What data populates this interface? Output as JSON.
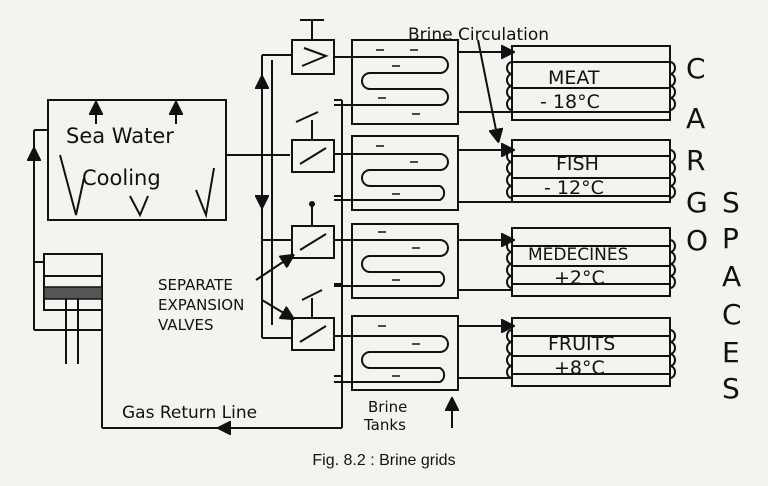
{
  "labels": {
    "sea_water": "Sea Water",
    "cooling": "Cooling",
    "brine_circulation": "Brine Circulation",
    "separate": "SEPARATE",
    "expansion": "EXPANSION",
    "valves": "VALVES",
    "gas_return_line": "Gas Return Line",
    "brine": "Brine",
    "tanks": "Tanks"
  },
  "cargo_spaces": [
    {
      "name": "MEAT",
      "temp": "- 18°C"
    },
    {
      "name": "FISH",
      "temp": "- 12°C"
    },
    {
      "name": "MEDECINES",
      "temp": "+2°C"
    },
    {
      "name": "FRUITS",
      "temp": "+8°C"
    }
  ],
  "cargo_word": [
    "C",
    "A",
    "R",
    "G",
    "O"
  ],
  "spaces_word": [
    "S",
    "P",
    "A",
    "C",
    "E",
    "S"
  ],
  "caption": "Fig. 8.2 : Brine grids"
}
